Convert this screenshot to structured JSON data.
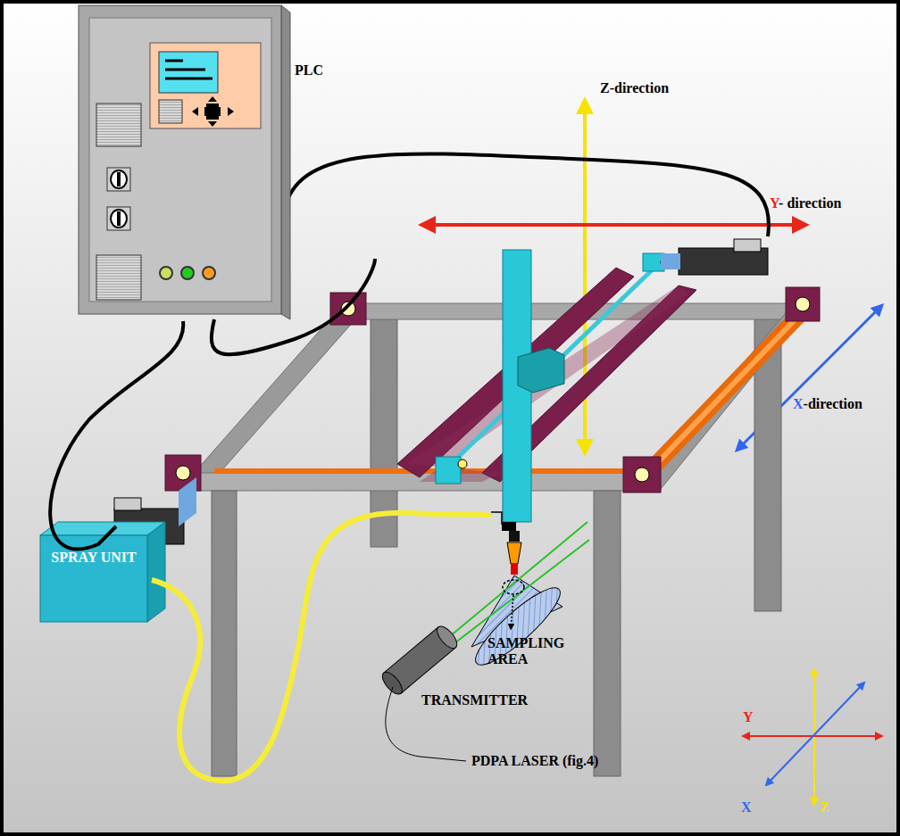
{
  "diagram": {
    "nodes": [
      {
        "text": [
          "PLC"
        ]
      },
      {
        "text": [
          "SPRAY UNIT"
        ]
      }
    ],
    "labels": [
      "Z-direction",
      "Y- direction",
      "X-direction",
      "SAMPLING AREA",
      "TRANSMITTER",
      "PDPA LASER (fig.4)",
      "Y",
      "X",
      "Z"
    ]
  }
}
